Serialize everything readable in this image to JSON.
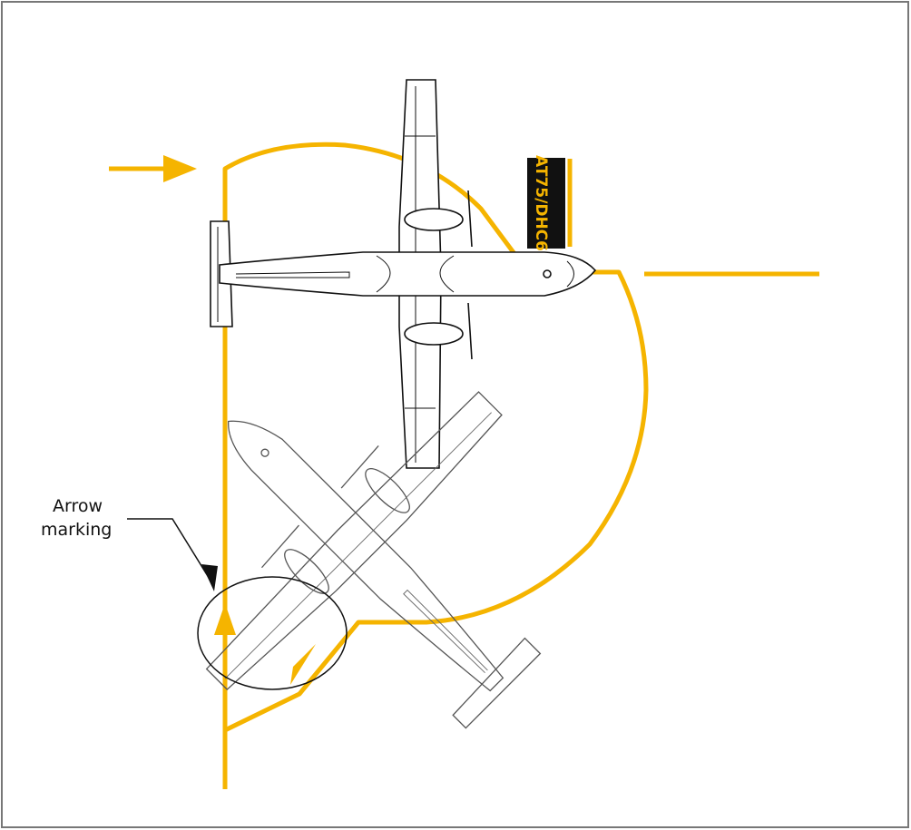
{
  "annotation": {
    "line1": "Arrow",
    "line2": "marking"
  },
  "stop_sign": {
    "text": "AT75/DHC6"
  },
  "colors": {
    "guide_line": "#F5B400",
    "sign_background": "#111111",
    "sign_text": "#F5B400",
    "aircraft_outline": "#111111",
    "frame": "#777777"
  }
}
